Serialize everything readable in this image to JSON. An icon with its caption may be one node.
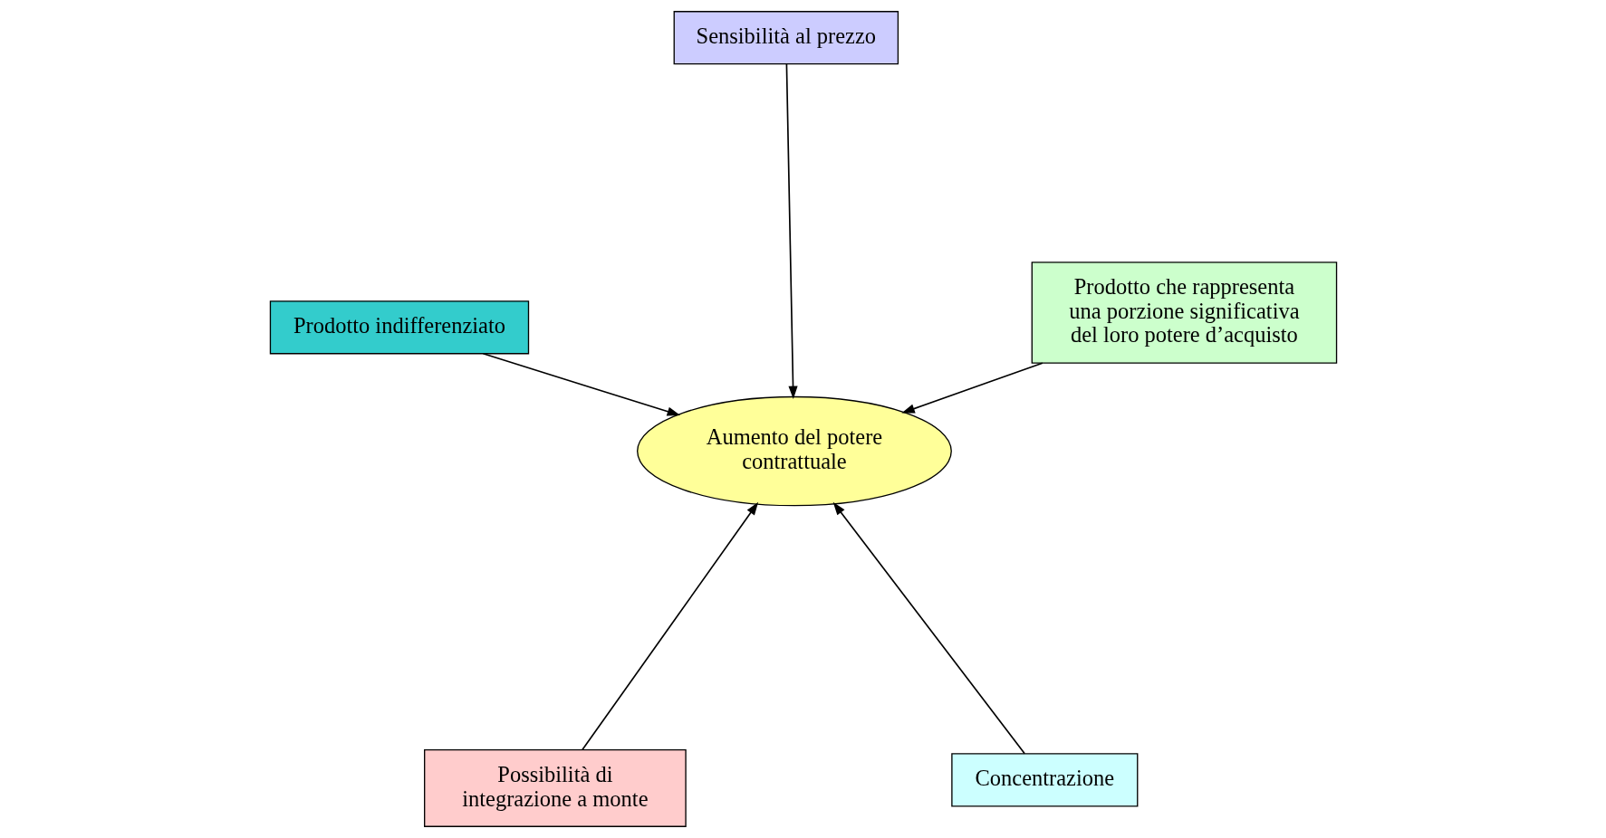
{
  "diagram": {
    "nodes": [
      {
        "text": [
          "Possibilità di integrazione a monte"
        ]
      },
      {
        "text": [
          "Concentrazione"
        ]
      },
      {
        "text": [
          "Aumento del potere contrattuale"
        ]
      },
      {
        "text": [
          "Sensibilità al prezzo"
        ]
      },
      {
        "text": [
          "Prodotto che rappresenta una porzione significativa del loro potere d’acquisto"
        ]
      },
      {
        "text": [
          "Prodotto indifferenziato"
        ]
      }
    ],
    "edges": [
      {
        "from": 0,
        "to": 2,
        "arrow": "to"
      },
      {
        "from": 1,
        "to": 2,
        "arrow": "to"
      },
      {
        "from": 3,
        "to": 2,
        "arrow": "to"
      },
      {
        "from": 4,
        "to": 2,
        "arrow": "to"
      },
      {
        "from": 5,
        "to": 2,
        "arrow": "to"
      }
    ]
  }
}
